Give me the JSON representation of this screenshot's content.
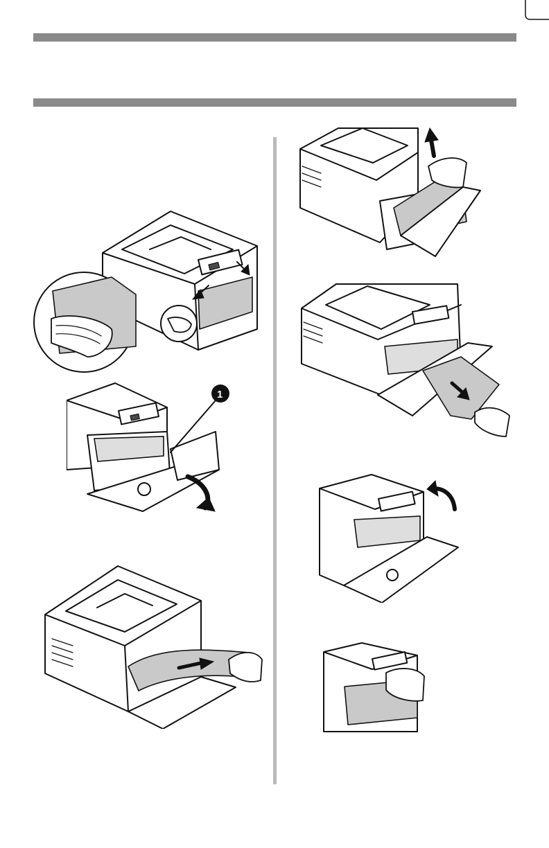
{
  "page": {
    "header_rules": 2,
    "accent_color": "#8a8a8a",
    "divider_color": "#b9b9b9"
  },
  "left_column": {
    "figures": [
      {
        "icon": "printer-open-front-cover-illustration"
      },
      {
        "icon": "printer-duplex-unit-release-illustration",
        "callout": "1"
      },
      {
        "icon": "printer-remove-paper-illustration"
      }
    ]
  },
  "right_column": {
    "figures": [
      {
        "icon": "printer-pull-paper-up-illustration"
      },
      {
        "icon": "printer-pull-paper-out-illustration"
      },
      {
        "icon": "printer-close-unit-illustration"
      },
      {
        "icon": "printer-close-front-cover-illustration"
      }
    ]
  }
}
